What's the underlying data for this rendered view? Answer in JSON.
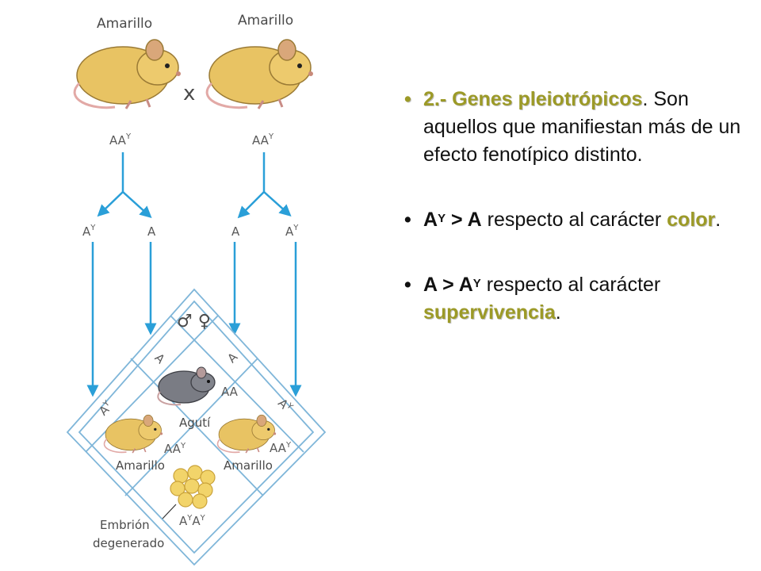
{
  "figure": {
    "parents": [
      {
        "label": "Amarillo",
        "genotype": "AA",
        "genotype_sup": "Y"
      },
      {
        "label": "Amarillo",
        "genotype": "AA",
        "genotype_sup": "Y"
      }
    ],
    "cross_symbol": "x",
    "gametes": [
      {
        "base": "A",
        "sup": "Y"
      },
      {
        "base": "A",
        "sup": ""
      },
      {
        "base": "A",
        "sup": ""
      },
      {
        "base": "A",
        "sup": "Y"
      }
    ],
    "sex_symbols": "♂ ♀",
    "grid_headers": {
      "top_left": "A",
      "top_right": "A",
      "left": "A",
      "left_sup": "Y",
      "right": "A",
      "right_sup": "Y"
    },
    "offspring": {
      "top": {
        "genotype": "AA",
        "label": "Agutí"
      },
      "left": {
        "genotype": "AA",
        "genotype_sup": "Y",
        "label": "Amarillo"
      },
      "right": {
        "genotype": "AA",
        "genotype_sup": "Y",
        "label": "Amarillo"
      },
      "bottom": {
        "genotype_a": "A",
        "sup_a": "Y",
        "genotype_b": "A",
        "sup_b": "Y",
        "label_line1": "Embrión",
        "label_line2": "degenerado"
      }
    },
    "colors": {
      "arrow": "#2a9fd8",
      "grid": "#7fb6d9",
      "yellow_mouse": "#e8c363",
      "gray_mouse": "#7a7c84",
      "embryo": "#f2d46a"
    }
  },
  "bullets": [
    {
      "bullet": "•",
      "title": "2.- Genes pleiotrópicos",
      "title_after": ".",
      "text": "Son aquellos que manifiestan más de un efecto fenotípico distinto."
    },
    {
      "bullet": "•",
      "lead_a": "A",
      "lead_a_sup": "Y",
      "lead_op": " > A",
      "text": " respecto al carácter ",
      "keyword": "color",
      "after": "."
    },
    {
      "bullet": "•",
      "lead_a": "A > A",
      "lead_a_sup": "Y",
      "text": " respecto al carácter ",
      "keyword": "supervivencia",
      "after": "."
    }
  ]
}
